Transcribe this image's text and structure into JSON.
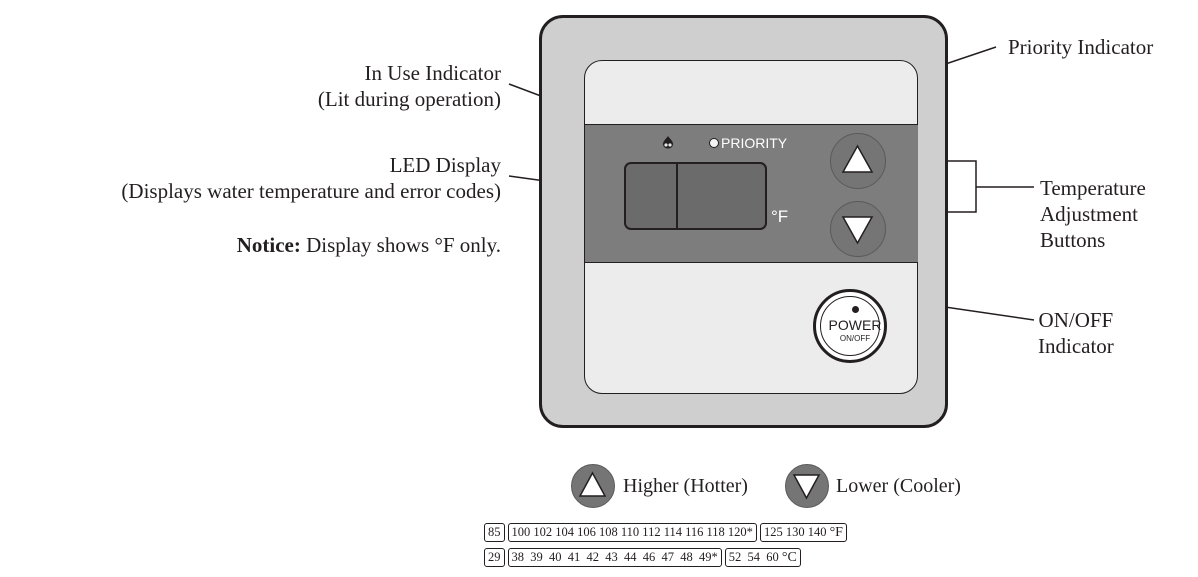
{
  "callouts": {
    "in_use": [
      "In Use Indicator",
      "(Lit during operation)"
    ],
    "led_display": [
      "LED Display",
      "(Displays water temperature and error codes)"
    ],
    "notice_bold": "Notice:",
    "notice_text": " Display shows °F only.",
    "priority": "Priority Indicator",
    "temp_adjust": [
      "Temperature",
      "Adjustment",
      "Buttons"
    ],
    "on_off": [
      "ON/OFF",
      "Indicator"
    ]
  },
  "panel": {
    "priority_label": "PRIORITY",
    "unit_label": "°F",
    "power_label": "POWER",
    "power_sub": "ON/OFF"
  },
  "legend": {
    "higher": "Higher (Hotter)",
    "lower": "Lower (Cooler)"
  },
  "scale_f": {
    "low": "85",
    "mid": "100 102 104 106 108 110 112 114 116 118 120*",
    "high": "125 130 140",
    "unit": "°F"
  },
  "scale_c": {
    "low": "29",
    "mid": "38  39  40  41  42  43  44  46  47  48  49*",
    "high": "52  54  60",
    "unit": "°C"
  },
  "colors": {
    "frame": "#cfcfcf",
    "face": "#ececec",
    "control_band": "#7d7d7d",
    "button": "#757575",
    "line": "#231f20"
  }
}
